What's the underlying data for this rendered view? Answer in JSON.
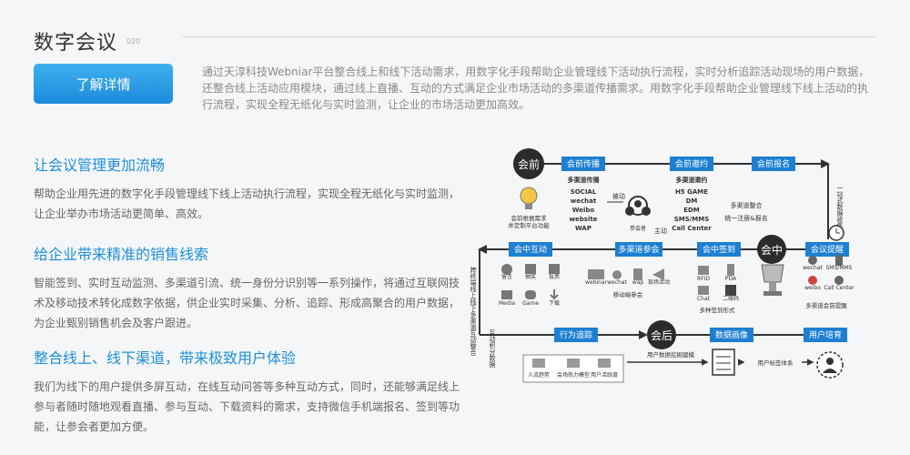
{
  "header": {
    "title": "数字会议",
    "subtitle": "020"
  },
  "cta": {
    "label": "了解详情"
  },
  "intro": "通过天淳科技Webniar平台整合线上和线下活动需求，用数字化手段帮助企业管理线下活动执行流程，实时分析追踪活动现场的用户数据，还整合线上活动应用模块，通过线上直播、互动的方式满足企业市场活动的多渠道传播需求。用数字化手段帮助企业管理线下线上活动的执行流程，实现全程无纸化与实时监测，让企业的市场活动更加高效。",
  "sections": [
    {
      "title": "让会议管理更加流畅",
      "body": "帮助企业用先进的数字化手段管理线下线上活动执行流程，实现全程无纸化与实时监测，让企业举办市场活动更简单、高效。"
    },
    {
      "title": "给企业带来精准的销售线索",
      "body": "智能签到、实时互动监测、多渠道引流、统一身份分识别等一系列操作，将通过互联网技术及移动技术转化成数字依据，供企业实时采集、分析、追踪、形成高聚合的用户数据，为企业甄别销售机会及客户跟进。"
    },
    {
      "title": "整合线上、线下渠道，带来极致用户体验",
      "body": "我们为线下的用户提供多屏互动，在线互动问答等多种互动方式，同时，还能够满足线上参与者随时随地观看直播、参与互动、下载资料的需求，支持微信手机端报名、签到等功能，让参会者更加方便。"
    }
  ],
  "diagram": {
    "stages": {
      "before": "会前",
      "during": "会中",
      "after": "会后"
    },
    "steps": {
      "spread": "会前传播",
      "invite": "会前邀约",
      "register": "会前报名",
      "remind": "会议提醒",
      "checkin": "会中签到",
      "multi": "多渠道参会",
      "interact": "会中互动",
      "track": "行为追踪",
      "portrait": "数据画像",
      "nurture": "用户培育"
    },
    "labels": {
      "spread_channels": "多渠道传播",
      "spread_list": [
        "SOCIAL",
        "wechat",
        "Weibo",
        "website",
        "WAP"
      ],
      "bulb_caption": [
        "会前根据需求",
        "并定制平台功能"
      ],
      "passive": "被动",
      "active": "主动",
      "attendee": "参会者",
      "invite_channels": "多渠道邀约",
      "invite_list": [
        "H5 GAME",
        "DM",
        "EDM",
        "SMS/MMS",
        "Call Center"
      ],
      "reg_1": "多渠道整合",
      "reg_2": "统一注册&报名",
      "collect": "一站式数据收集",
      "remind_icons": [
        "wechat",
        "SMS/MMS",
        "weibo",
        "Call Center"
      ],
      "remind_caption": "多渠道会前提醒",
      "checkin_icons": [
        "RFID",
        "PDA",
        "Chat",
        "二维码"
      ],
      "checkin_caption": "多种签到形式",
      "multi_icons": [
        "webinar",
        "wechat",
        "wap",
        "现场活动"
      ],
      "multi_caption": "移动端参会",
      "interact_icons": [
        "留言",
        "抽奖",
        "投票",
        "Media",
        "Game",
        "下载"
      ],
      "fusion": "跨终端线上线下多渠道互动整合",
      "points": "互动积分数据",
      "analytics": [
        "人流趋势",
        "会场热力模型",
        "用户活跃度"
      ],
      "mining": "用户数据挖掘建模",
      "tagging": "用户标签体系"
    }
  },
  "colors": {
    "accent": "#1e8fd8",
    "tag": "#1e7fd2",
    "stage": "#2b2b2b"
  }
}
